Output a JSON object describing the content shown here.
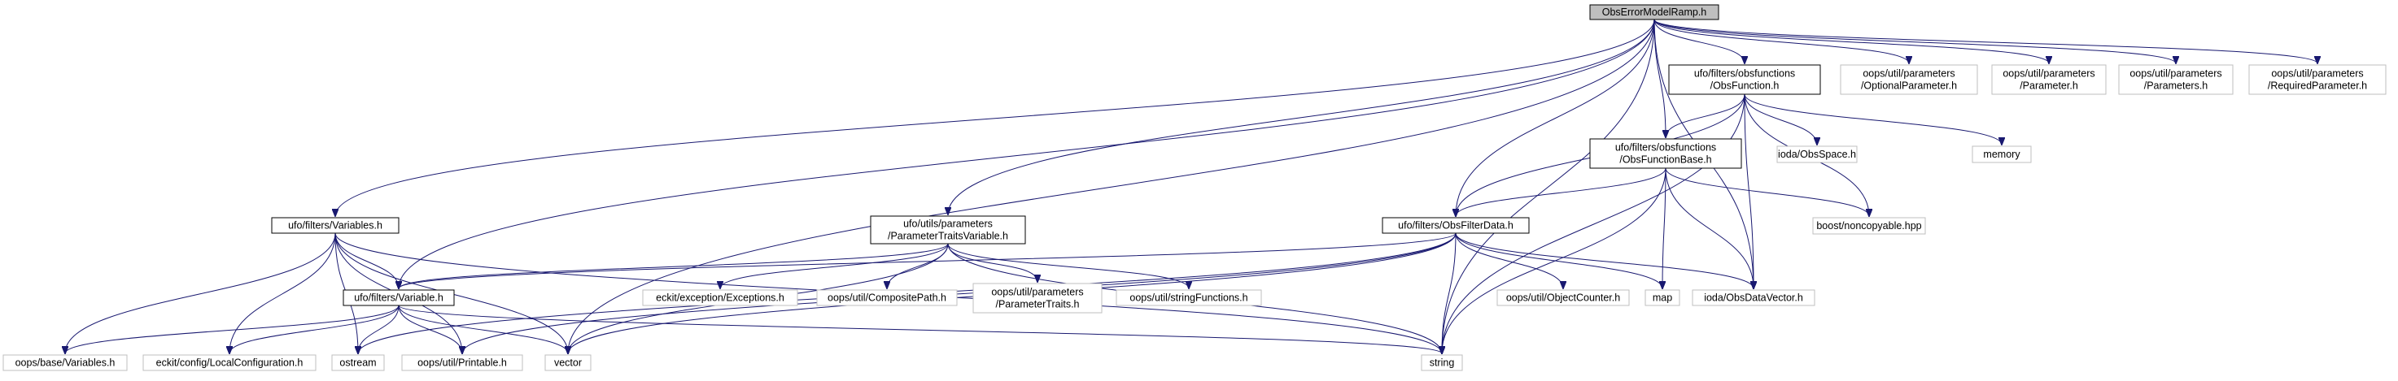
{
  "diagram": {
    "title": "ObsErrorModelRamp.h",
    "colors": {
      "edge": "#191970",
      "box_border_documented": "#000000",
      "box_border_external": "#bfbfbf",
      "root_fill": "#bfbfbf",
      "label_external": "#000000"
    },
    "nodes": [
      {
        "id": "root",
        "lines": [
          "ObsErrorModelRamp.h"
        ],
        "kind": "root"
      },
      {
        "id": "variables_h",
        "lines": [
          "ufo/filters/Variables.h"
        ],
        "kind": "doc"
      },
      {
        "id": "variable_h",
        "lines": [
          "ufo/filters/Variable.h"
        ],
        "kind": "doc"
      },
      {
        "id": "paramtraitsvar",
        "lines": [
          "ufo/utils/parameters",
          "/ParameterTraitsVariable.h"
        ],
        "kind": "doc"
      },
      {
        "id": "obsfunction_h",
        "lines": [
          "ufo/filters/obsfunctions",
          "/ObsFunction.h"
        ],
        "kind": "doc"
      },
      {
        "id": "obsfunctionbase_h",
        "lines": [
          "ufo/filters/obsfunctions",
          "/ObsFunctionBase.h"
        ],
        "kind": "doc"
      },
      {
        "id": "obsfilterdata_h",
        "lines": [
          "ufo/filters/ObsFilterData.h"
        ],
        "kind": "doc"
      },
      {
        "id": "optionalparam",
        "lines": [
          "oops/util/parameters",
          "/OptionalParameter.h"
        ],
        "kind": "ext"
      },
      {
        "id": "param",
        "lines": [
          "oops/util/parameters",
          "/Parameter.h"
        ],
        "kind": "ext"
      },
      {
        "id": "params",
        "lines": [
          "oops/util/parameters",
          "/Parameters.h"
        ],
        "kind": "ext"
      },
      {
        "id": "requiredparam",
        "lines": [
          "oops/util/parameters",
          "/RequiredParameter.h"
        ],
        "kind": "ext"
      },
      {
        "id": "memory",
        "lines": [
          "memory"
        ],
        "kind": "ext"
      },
      {
        "id": "obsspace",
        "lines": [
          "ioda/ObsSpace.h"
        ],
        "kind": "ext"
      },
      {
        "id": "noncopyable",
        "lines": [
          "boost/noncopyable.hpp"
        ],
        "kind": "ext"
      },
      {
        "id": "exceptions",
        "lines": [
          "eckit/exception/Exceptions.h"
        ],
        "kind": "ext"
      },
      {
        "id": "compositepath",
        "lines": [
          "oops/util/CompositePath.h"
        ],
        "kind": "ext"
      },
      {
        "id": "paramtraits",
        "lines": [
          "oops/util/parameters",
          "/ParameterTraits.h"
        ],
        "kind": "ext"
      },
      {
        "id": "stringfunctions",
        "lines": [
          "oops/util/stringFunctions.h"
        ],
        "kind": "ext"
      },
      {
        "id": "objectcounter",
        "lines": [
          "oops/util/ObjectCounter.h"
        ],
        "kind": "ext"
      },
      {
        "id": "map",
        "lines": [
          "map"
        ],
        "kind": "ext"
      },
      {
        "id": "obsdatavector",
        "lines": [
          "ioda/ObsDataVector.h"
        ],
        "kind": "ext"
      },
      {
        "id": "basevariables",
        "lines": [
          "oops/base/Variables.h"
        ],
        "kind": "ext"
      },
      {
        "id": "localconfig",
        "lines": [
          "eckit/config/LocalConfiguration.h"
        ],
        "kind": "ext"
      },
      {
        "id": "ostream",
        "lines": [
          "ostream"
        ],
        "kind": "ext"
      },
      {
        "id": "printable",
        "lines": [
          "oops/util/Printable.h"
        ],
        "kind": "ext"
      },
      {
        "id": "vector",
        "lines": [
          "vector"
        ],
        "kind": "ext"
      },
      {
        "id": "string",
        "lines": [
          "string"
        ],
        "kind": "ext"
      }
    ],
    "edges": [
      [
        "root",
        "variables_h"
      ],
      [
        "root",
        "variable_h"
      ],
      [
        "root",
        "vector"
      ],
      [
        "root",
        "paramtraitsvar"
      ],
      [
        "root",
        "obsfilterdata_h"
      ],
      [
        "root",
        "obsfunctionbase_h"
      ],
      [
        "root",
        "obsdatavector"
      ],
      [
        "root",
        "obsfunction_h"
      ],
      [
        "root",
        "string"
      ],
      [
        "root",
        "optionalparam"
      ],
      [
        "root",
        "param"
      ],
      [
        "root",
        "params"
      ],
      [
        "root",
        "requiredparam"
      ],
      [
        "obsfunction_h",
        "obsfunctionbase_h"
      ],
      [
        "obsfunction_h",
        "obsfilterdata_h"
      ],
      [
        "obsfunction_h",
        "obsspace"
      ],
      [
        "obsfunction_h",
        "memory"
      ],
      [
        "obsfunction_h",
        "noncopyable"
      ],
      [
        "obsfunction_h",
        "obsdatavector"
      ],
      [
        "obsfunction_h",
        "string"
      ],
      [
        "obsfunctionbase_h",
        "obsfilterdata_h"
      ],
      [
        "obsfunctionbase_h",
        "noncopyable"
      ],
      [
        "obsfunctionbase_h",
        "map"
      ],
      [
        "obsfunctionbase_h",
        "obsdatavector"
      ],
      [
        "obsfunctionbase_h",
        "string"
      ],
      [
        "obsfilterdata_h",
        "variable_h"
      ],
      [
        "obsfilterdata_h",
        "objectcounter"
      ],
      [
        "obsfilterdata_h",
        "map"
      ],
      [
        "obsfilterdata_h",
        "obsdatavector"
      ],
      [
        "obsfilterdata_h",
        "string"
      ],
      [
        "obsfilterdata_h",
        "vector"
      ],
      [
        "obsfilterdata_h",
        "ostream"
      ],
      [
        "obsfilterdata_h",
        "printable"
      ],
      [
        "paramtraitsvar",
        "variable_h"
      ],
      [
        "paramtraitsvar",
        "exceptions"
      ],
      [
        "paramtraitsvar",
        "compositepath"
      ],
      [
        "paramtraitsvar",
        "paramtraits"
      ],
      [
        "paramtraitsvar",
        "stringfunctions"
      ],
      [
        "paramtraitsvar",
        "vector"
      ],
      [
        "paramtraitsvar",
        "string"
      ],
      [
        "variables_h",
        "variable_h"
      ],
      [
        "variables_h",
        "basevariables"
      ],
      [
        "variables_h",
        "localconfig"
      ],
      [
        "variables_h",
        "ostream"
      ],
      [
        "variables_h",
        "printable"
      ],
      [
        "variables_h",
        "vector"
      ],
      [
        "variables_h",
        "string"
      ],
      [
        "variable_h",
        "basevariables"
      ],
      [
        "variable_h",
        "localconfig"
      ],
      [
        "variable_h",
        "ostream"
      ],
      [
        "variable_h",
        "printable"
      ],
      [
        "variable_h",
        "vector"
      ],
      [
        "variable_h",
        "string"
      ]
    ]
  }
}
